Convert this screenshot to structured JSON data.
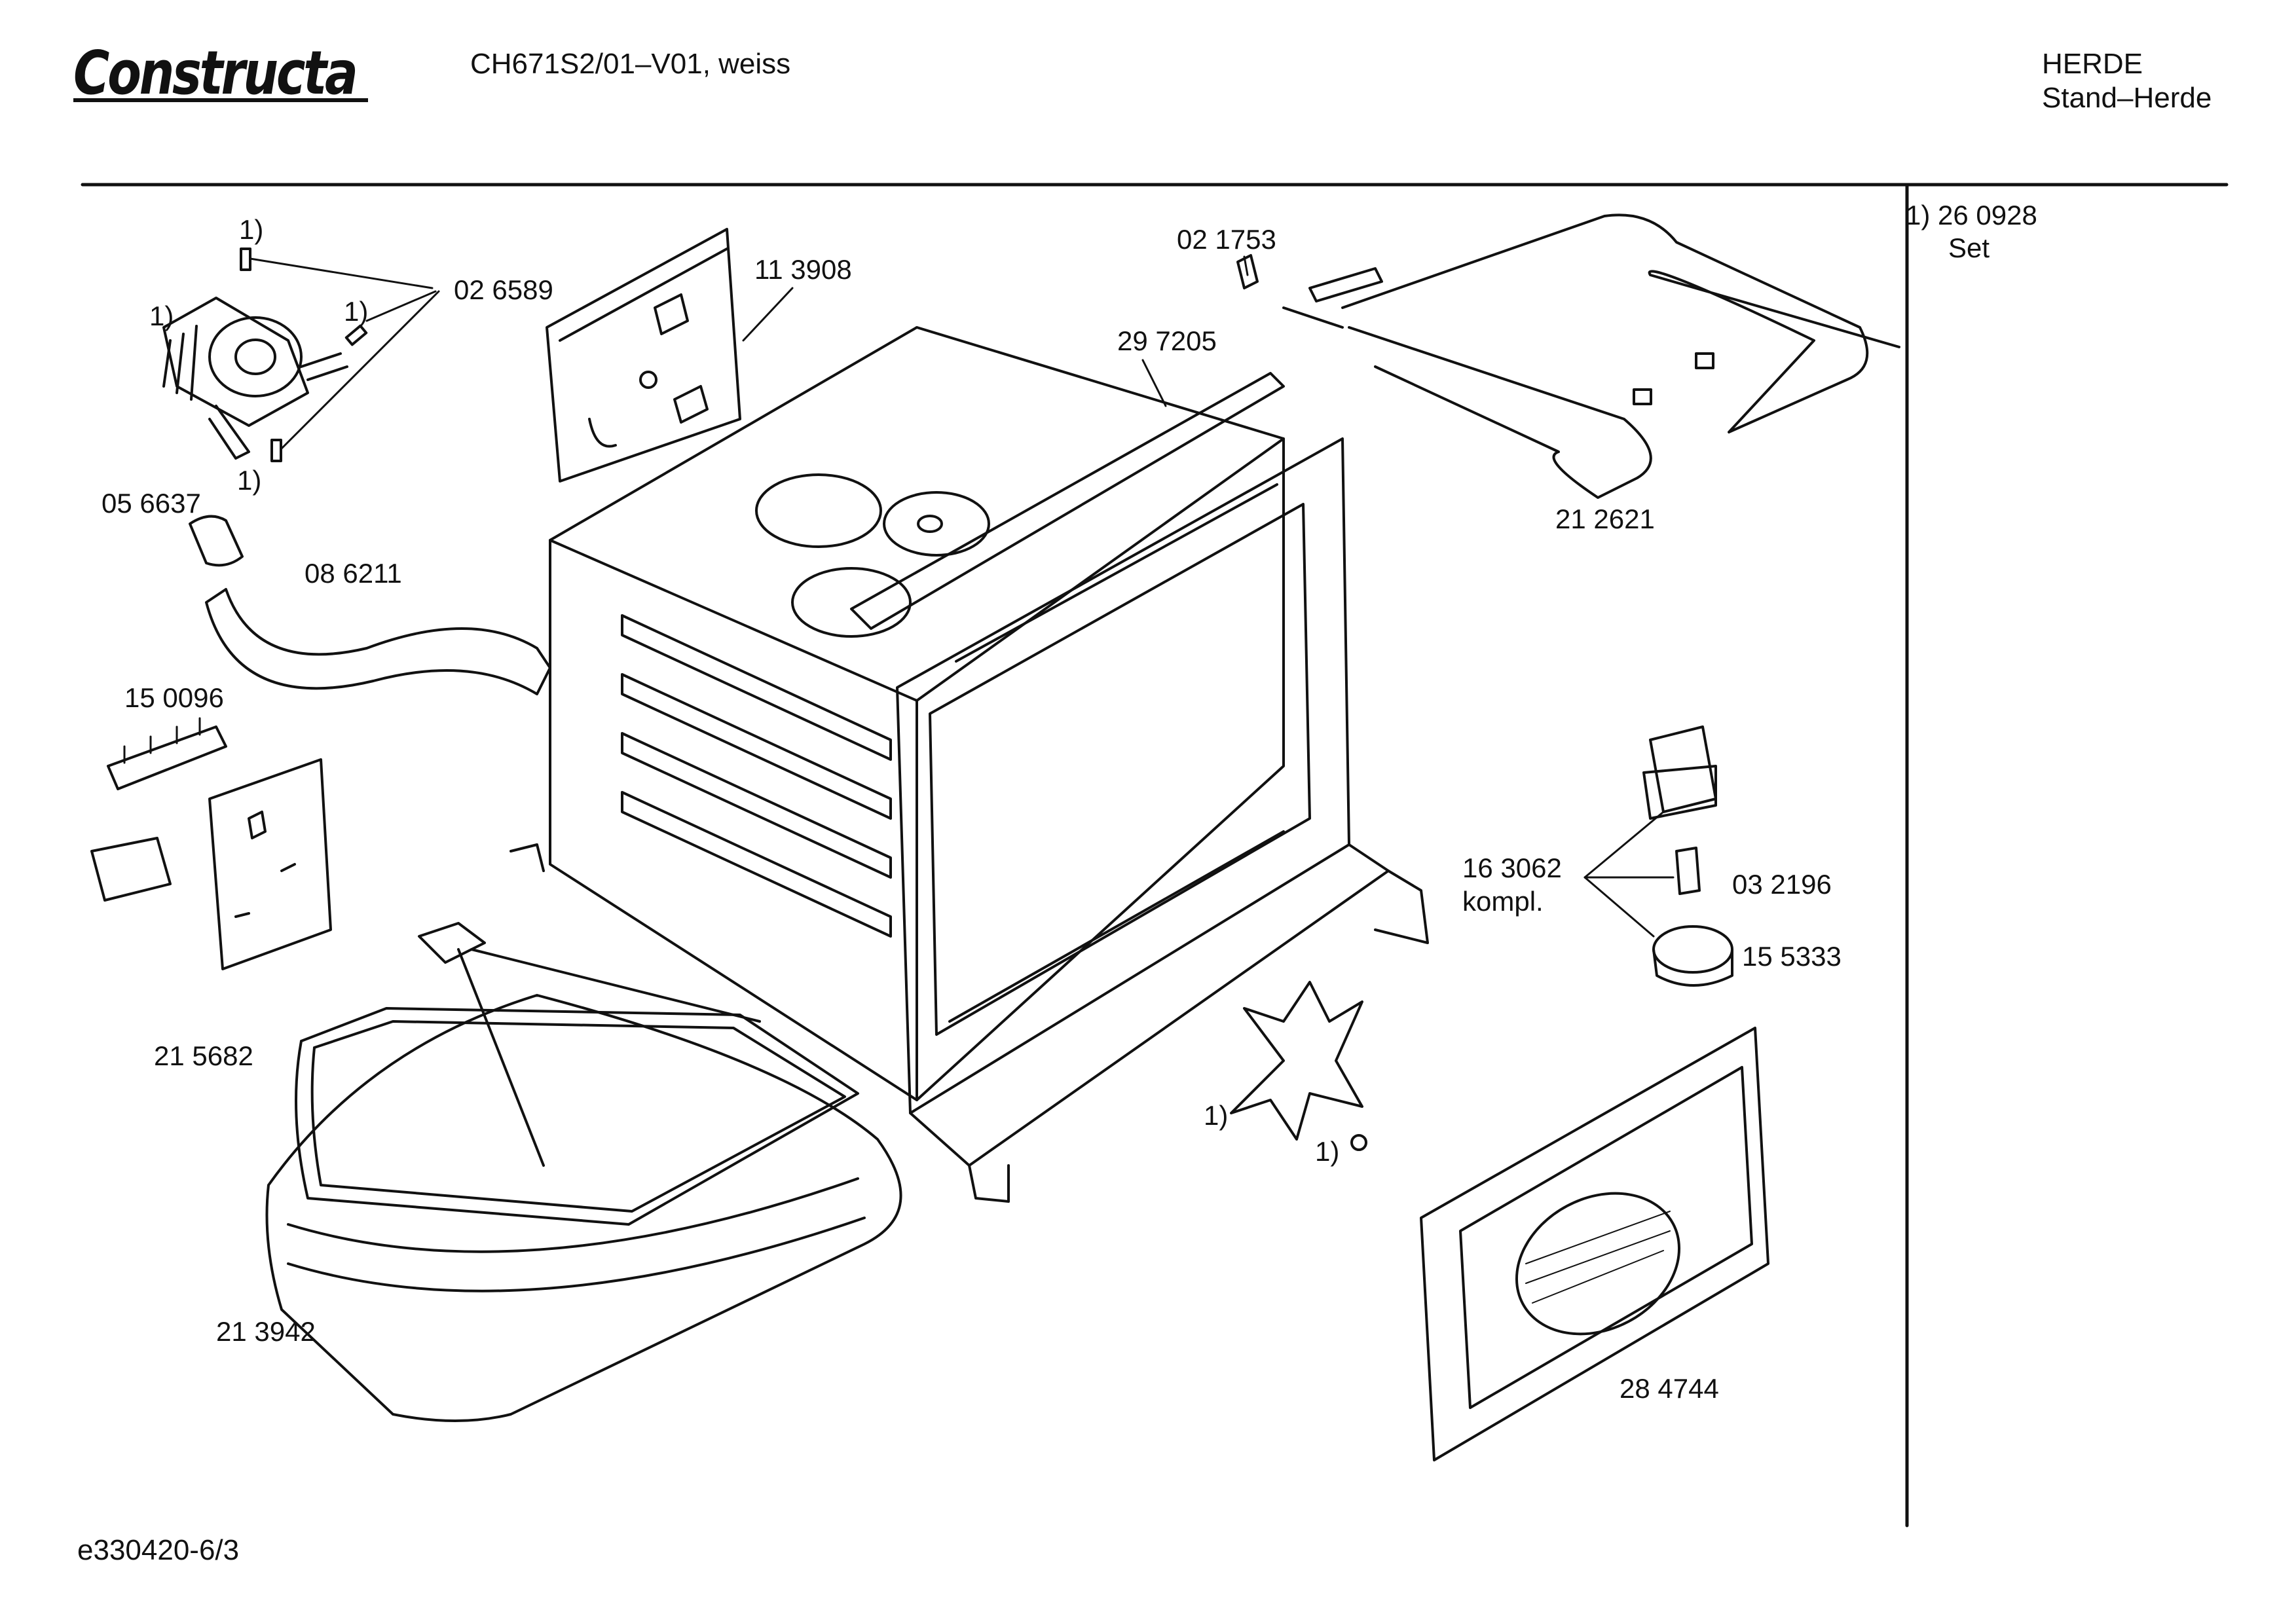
{
  "header": {
    "brand": "Constructa",
    "model": "CH671S2/01–V01, weiss",
    "category_line1": "HERDE",
    "category_line2": "Stand–Herde"
  },
  "footnote": {
    "code": "1) 26 0928",
    "desc": "Set"
  },
  "footer": {
    "doc_id": "e330420-6/3"
  },
  "labels": {
    "p026589": "02 6589",
    "p113908": "11 3908",
    "p021753": "02 1753",
    "p297205": "29 7205",
    "p212621": "21 2621",
    "p056637": "05 6637",
    "p086211": "08 6211",
    "p150096": "15 0096",
    "p163062": "16 3062",
    "kompl": "kompl.",
    "p032196": "03 2196",
    "p155333": "15 5333",
    "p215682": "21 5682",
    "p213942": "21 3942",
    "p284744": "28 4744",
    "ref1": "1)"
  }
}
